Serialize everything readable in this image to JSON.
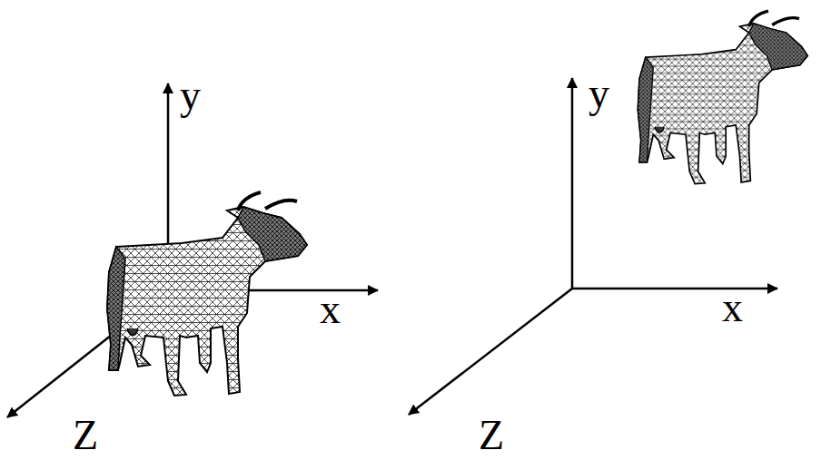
{
  "diagram": {
    "labels": [
      "y",
      "x",
      "Z",
      "y",
      "x",
      "Z"
    ]
  }
}
